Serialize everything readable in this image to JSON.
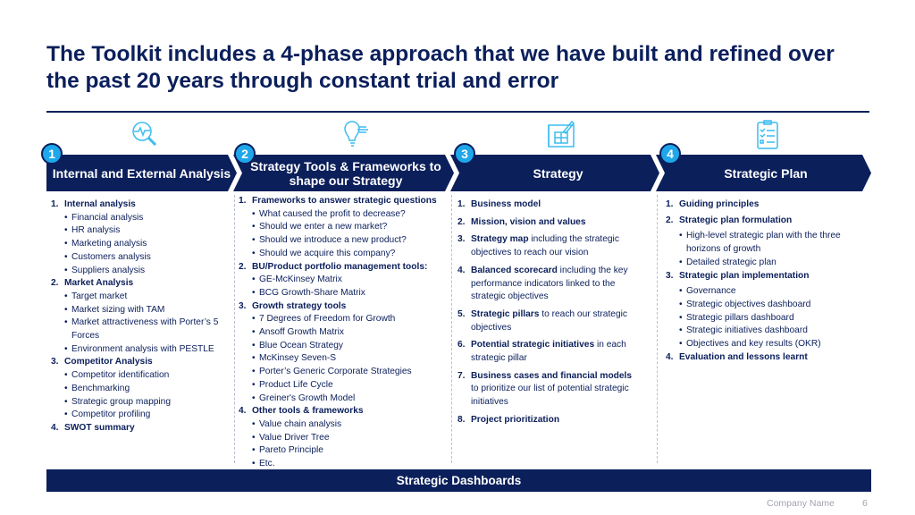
{
  "title": "The Toolkit includes a 4-phase approach that we have built and refined over the past 20 years through constant trial and error",
  "colors": {
    "navy": "#0b1f5b",
    "circle": "#1ea7ea",
    "icon": "#3dbcf0"
  },
  "phases": [
    {
      "num": "1",
      "label": "Internal and External Analysis",
      "icon": "analysis-magnifier-icon"
    },
    {
      "num": "2",
      "label": "Strategy Tools & Frameworks to shape our Strategy",
      "icon": "lightbulb-icon"
    },
    {
      "num": "3",
      "label": "Strategy",
      "icon": "blueprint-icon"
    },
    {
      "num": "4",
      "label": "Strategic Plan",
      "icon": "clipboard-checklist-icon"
    }
  ],
  "col1": [
    {
      "n": "1.",
      "h": "Internal analysis",
      "items": [
        "Financial analysis",
        "HR analysis",
        "Marketing analysis",
        "Customers analysis",
        "Suppliers analysis"
      ]
    },
    {
      "n": "2.",
      "h": "Market Analysis",
      "items": [
        "Target market",
        "Market sizing with TAM",
        "Market attractiveness with Porter’s 5 Forces",
        "Environment analysis with PESTLE"
      ]
    },
    {
      "n": "3.",
      "h": "Competitor Analysis",
      "items": [
        "Competitor identification",
        "Benchmarking",
        "Strategic group mapping",
        "Competitor profiling"
      ]
    },
    {
      "n": "4.",
      "h": "SWOT summary",
      "items": []
    }
  ],
  "col2": [
    {
      "n": "1.",
      "h": "Frameworks to answer strategic questions",
      "items": [
        "What caused the profit to decrease?",
        "Should we enter a new market?",
        "Should we introduce a new product?",
        "Should we acquire this company?"
      ]
    },
    {
      "n": "2.",
      "h": "BU/Product portfolio management tools:",
      "items": [
        "GE-McKinsey Matrix",
        "BCG Growth-Share Matrix"
      ]
    },
    {
      "n": "3.",
      "h": "Growth strategy tools",
      "items": [
        "7 Degrees of Freedom for Growth",
        "Ansoff Growth Matrix",
        "Blue Ocean Strategy",
        "McKinsey Seven-S",
        "Porter’s Generic Corporate Strategies",
        "Product Life Cycle",
        "Greiner's Growth Model"
      ]
    },
    {
      "n": "4.",
      "h": "Other tools & frameworks",
      "items": [
        "Value chain analysis",
        "Value Driver Tree",
        "Pareto Principle",
        "Etc."
      ]
    }
  ],
  "col3": [
    {
      "n": "1.",
      "b": "Business model",
      "r": ""
    },
    {
      "n": "2.",
      "b": "Mission, vision and values",
      "r": ""
    },
    {
      "n": "3.",
      "b": "Strategy map",
      "r": " including the strategic objectives to reach our vision"
    },
    {
      "n": "4.",
      "b": "Balanced scorecard",
      "r": " including the key performance indicators linked to the strategic objectives"
    },
    {
      "n": "5.",
      "b": "Strategic pillars",
      "r": " to reach our strategic objectives"
    },
    {
      "n": "6.",
      "b": "Potential strategic initiatives",
      "r": " in each strategic pillar"
    },
    {
      "n": "7.",
      "b": "Business cases and financial models",
      "r": " to prioritize our list of potential strategic initiatives"
    },
    {
      "n": "8.",
      "b": "Project prioritization",
      "r": ""
    }
  ],
  "col4": [
    {
      "n": "1.",
      "h": "Guiding principles",
      "items": []
    },
    {
      "n": "2.",
      "h": "Strategic plan formulation",
      "items": [
        "High-level strategic plan with the three horizons of growth",
        "Detailed strategic plan"
      ]
    },
    {
      "n": "3.",
      "h": "Strategic plan implementation",
      "items": [
        "Governance",
        "Strategic objectives dashboard",
        "Strategic pillars dashboard",
        "Strategic initiatives dashboard",
        "Objectives and key results (OKR)"
      ]
    },
    {
      "n": "4.",
      "h": "Evaluation and lessons learnt",
      "items": []
    }
  ],
  "dashboard": "Strategic Dashboards",
  "footer": {
    "company": "Company Name",
    "page": "6"
  }
}
